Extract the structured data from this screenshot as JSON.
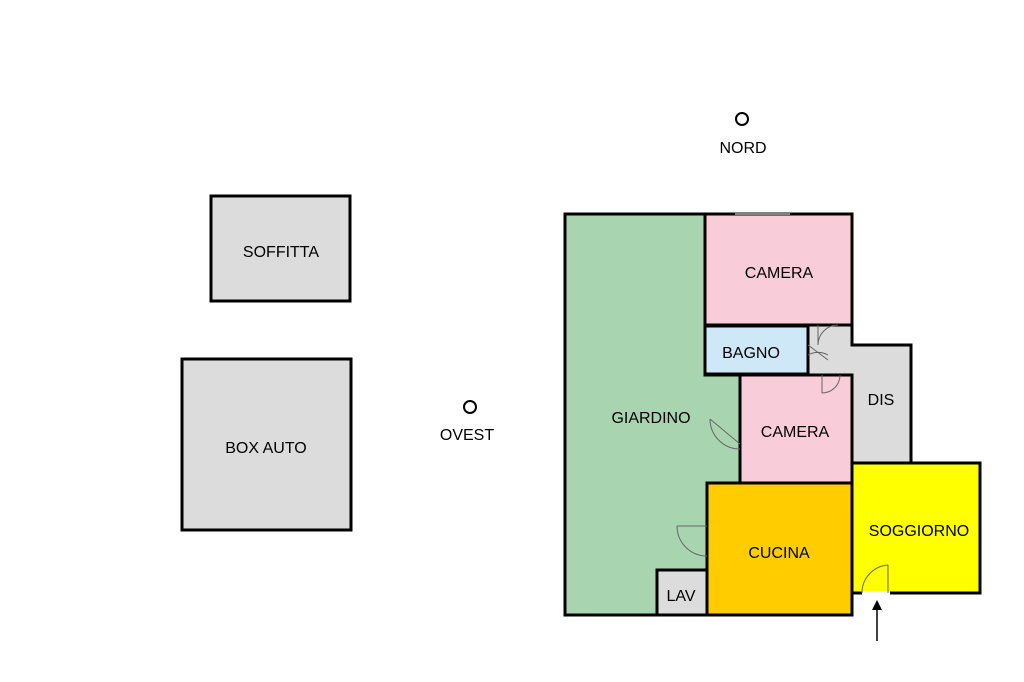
{
  "plan": {
    "compass": {
      "north_label": "NORD",
      "west_label": "OVEST"
    },
    "rooms": {
      "soffitta": {
        "label": "SOFFITTA",
        "color": "#dcdcdc"
      },
      "box_auto": {
        "label": "BOX AUTO",
        "color": "#dcdcdc"
      },
      "giardino": {
        "label": "GIARDINO",
        "color": "#a8d5b0"
      },
      "camera_top": {
        "label": "CAMERA",
        "color": "#f8ccd8"
      },
      "bagno": {
        "label": "BAGNO",
        "color": "#cfe8f8"
      },
      "camera_mid": {
        "label": "CAMERA",
        "color": "#f8ccd8"
      },
      "dis": {
        "label": "DIS",
        "color": "#dcdcdc"
      },
      "cucina": {
        "label": "CUCINA",
        "color": "#ffcc00"
      },
      "soggiorno": {
        "label": "SOGGIORNO",
        "color": "#ffff00"
      },
      "lav": {
        "label": "LAV",
        "color": "#dcdcdc"
      }
    },
    "entrance_icon": "up-arrow-icon"
  }
}
